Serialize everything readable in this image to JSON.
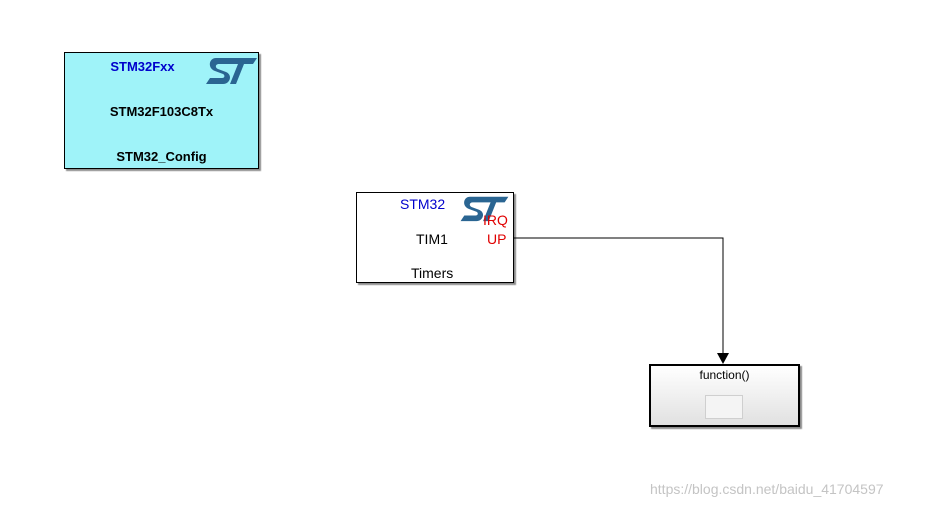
{
  "config_block": {
    "family": "STM32Fxx",
    "chip": "STM32F103C8Tx",
    "name": "STM32_Config",
    "color": "#9ff3f9"
  },
  "timer_block": {
    "vendor": "STM32",
    "peripheral": "TIM1",
    "name": "Timers",
    "port_irq": "IRQ",
    "port_up": "UP"
  },
  "function_block": {
    "label": "function()"
  },
  "watermark": "https://blog.csdn.net/baidu_41704597",
  "icons": [
    "st-logo-icon",
    "arrowhead-icon"
  ],
  "colors": {
    "port_label": "#e00000",
    "vendor_text": "#0000cc",
    "logo": "#2a6592"
  }
}
